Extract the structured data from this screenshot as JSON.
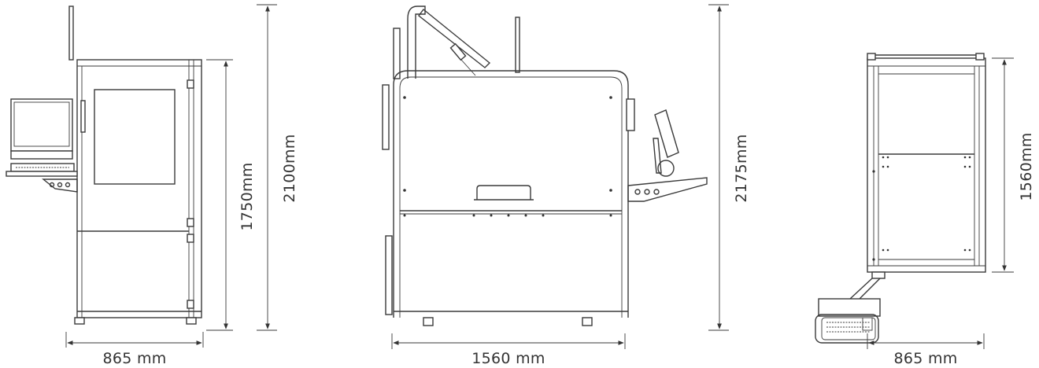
{
  "dimensions": {
    "front_width": "865 mm",
    "front_height_body": "1750mm",
    "front_height_total": "2100mm",
    "middle_width": "1560 mm",
    "middle_height": "2175mm",
    "right_height": "1560mm",
    "right_width": "865 mm"
  },
  "colors": {
    "line": "#3a3a3a",
    "background": "#ffffff"
  }
}
